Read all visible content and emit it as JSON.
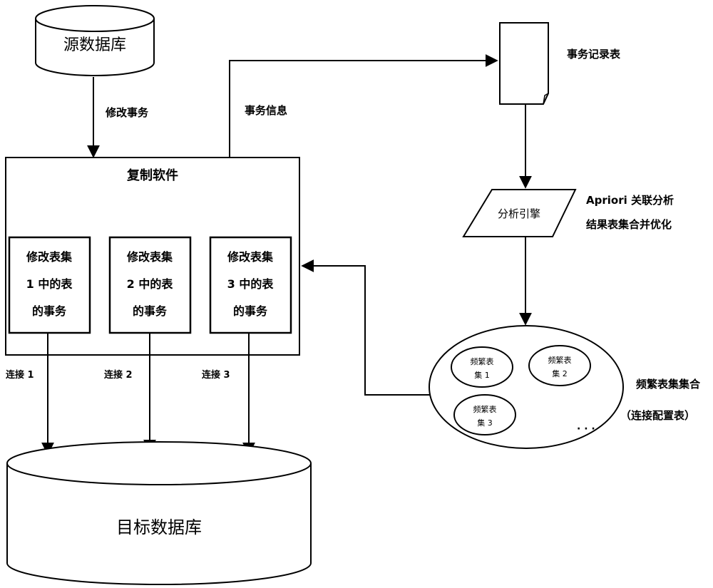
{
  "source_db": "源数据库",
  "target_db": "目标数据库",
  "edge_modify_tx": "修改事务",
  "edge_tx_info": "事务信息",
  "tx_log": "事务记录表",
  "replication": {
    "title": "复制软件",
    "sets": [
      {
        "line1": "修改表集",
        "line2": "1 中的表",
        "line3": "的事务"
      },
      {
        "line1": "修改表集",
        "line2": "2 中的表",
        "line3": "的事务"
      },
      {
        "line1": "修改表集",
        "line2": "3 中的表",
        "line3": "的事务"
      }
    ]
  },
  "connections": [
    "连接 1",
    "连接 2",
    "连接 3"
  ],
  "engine": "分析引擎",
  "apriori_line1": "Apriori 关联分析",
  "apriori_line2": "结果表集合并优化",
  "freq_sets": [
    {
      "line1": "频繁表",
      "line2": "集 1"
    },
    {
      "line1": "频繁表",
      "line2": "集 2"
    },
    {
      "line1": "频繁表",
      "line2": "集 3"
    }
  ],
  "ellipsis": "· · ·",
  "freq_collection_line1": "频繁表集集合",
  "freq_collection_line2": "（连接配置表）"
}
